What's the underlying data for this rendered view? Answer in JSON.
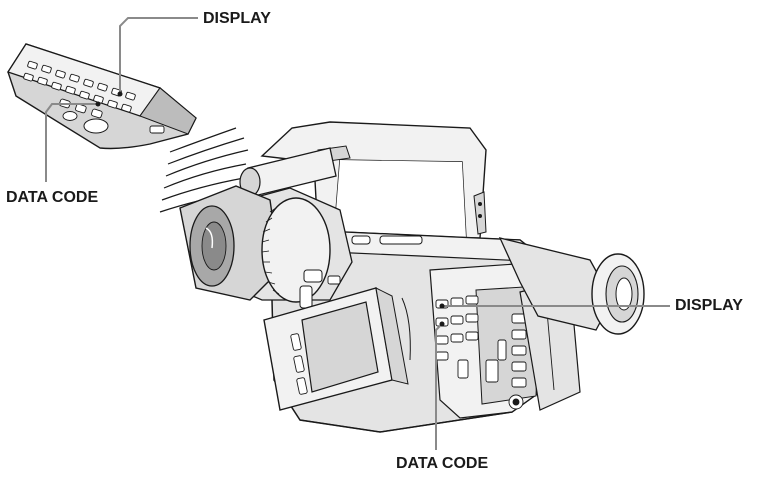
{
  "callouts": {
    "remote_display": "DISPLAY",
    "remote_data_code": "DATA CODE",
    "camera_display": "DISPLAY",
    "camera_data_code": "DATA CODE"
  },
  "colors": {
    "line": "#1a1a1a",
    "leader": "#8a8a8a",
    "body_light": "#f2f2f2",
    "body_mid": "#d6d6d6",
    "body_dark": "#a8a8a8",
    "background": "#ffffff"
  }
}
